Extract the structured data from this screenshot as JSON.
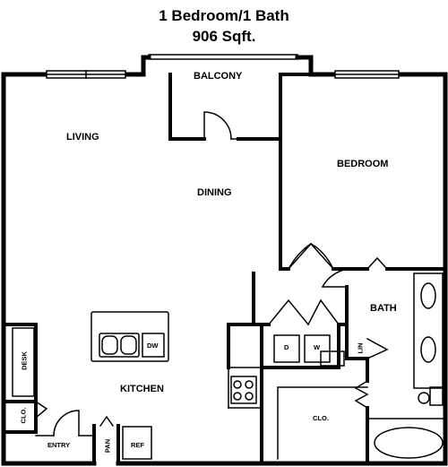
{
  "plan": {
    "title": "1 Bedroom/1 Bath",
    "area": "906 Sqft.",
    "rooms": {
      "balcony": "BALCONY",
      "living": "LIVING",
      "dining": "DINING",
      "bedroom": "BEDROOM",
      "bath": "BATH",
      "kitchen": "KITCHEN",
      "closet": "CLO.",
      "closet_entry": "CLO.",
      "desk": "DESK",
      "dishwasher": "DW",
      "dryer": "D",
      "washer": "W",
      "linen": "LIN",
      "pantry": "PAN",
      "refrigerator": "REF",
      "entry": "ENTRY"
    }
  }
}
